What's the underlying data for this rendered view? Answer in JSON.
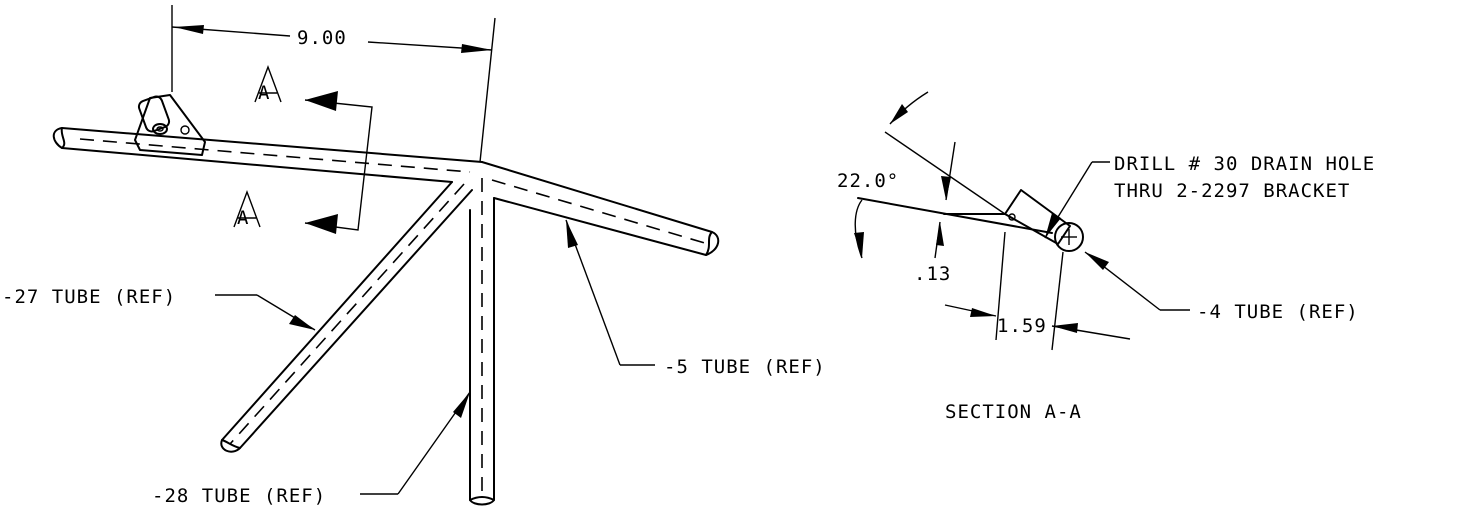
{
  "dimensions": {
    "span": "9.00",
    "angle": "22.0°",
    "offset": ".13",
    "distance": "1.59"
  },
  "section_marks": {
    "top": "A",
    "bottom": "A"
  },
  "callouts": {
    "tube_27": "-27 TUBE (REF)",
    "tube_28": "-28 TUBE (REF)",
    "tube_5": "-5 TUBE (REF)",
    "tube_4": "-4 TUBE (REF)",
    "drill_line1": "DRILL # 30 DRAIN HOLE",
    "drill_line2": "THRU 2-2297 BRACKET"
  },
  "section_title": "SECTION A-A",
  "colors": {
    "ink": "#000000",
    "paper": "#ffffff"
  }
}
